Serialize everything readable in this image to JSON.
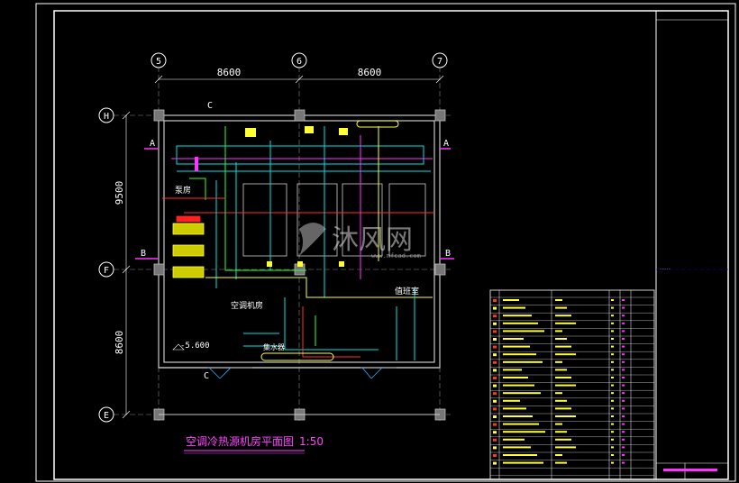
{
  "drawing": {
    "title": "空调冷热源机房平面图",
    "scale": "1:50",
    "elevation": "-5.600",
    "watermark": "沐风网",
    "watermark_url": "www.mfcad.com"
  },
  "axes": {
    "columns": [
      "5",
      "6",
      "7"
    ],
    "rows": [
      "H",
      "F",
      "E"
    ]
  },
  "dimensions": {
    "span_5_6": "8600",
    "span_6_7": "8600",
    "span_H_F": "9500",
    "span_F_E": "8600"
  },
  "section_marks": {
    "a": "A",
    "b": "B",
    "c": "C"
  },
  "rooms": {
    "pump_room": "泵房",
    "main_room": "空调机房",
    "ahu_room": "集水器",
    "control_room": "值班室"
  },
  "colors": {
    "border": "#ffffff",
    "wall": "#c8c8c8",
    "pipe_cyan": "#00e5e5",
    "pipe_magenta": "#ff33ff",
    "pipe_yellow": "#ffff33",
    "pipe_red": "#ff3030",
    "pipe_green": "#33ff33",
    "title": "#ff44ff"
  }
}
